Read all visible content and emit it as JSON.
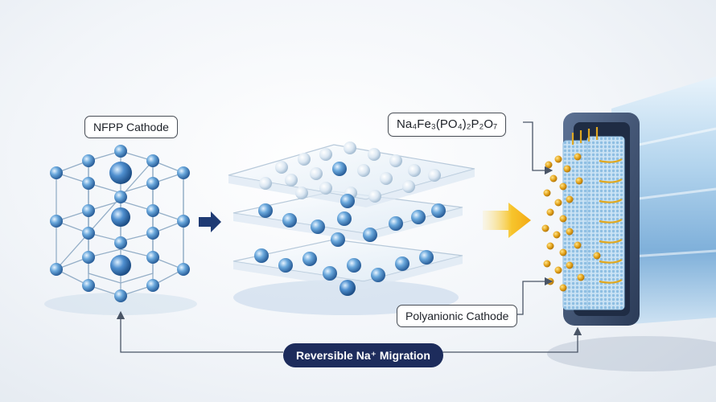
{
  "labels": {
    "nfpp_cathode": "NFPP Cathode",
    "formula": "Na₄Fe₃(PO₄)₂P₂O₇",
    "polyanionic_cathode": "Polyanionic Cathode",
    "migration": "Reversible Na⁺ Migration"
  },
  "colors": {
    "atom_blue": "#4f92cc",
    "arrow_navy": "#1f3b74",
    "arrow_yellow": "#f5b21a",
    "sodium_gold": "#e3a21a",
    "battery_frame": "#3b4f6e",
    "battery_body": "#a9cde8"
  },
  "icons": {
    "left_arrow": "small-navy-arrow-icon",
    "right_arrow": "yellow-arrow-icon"
  }
}
